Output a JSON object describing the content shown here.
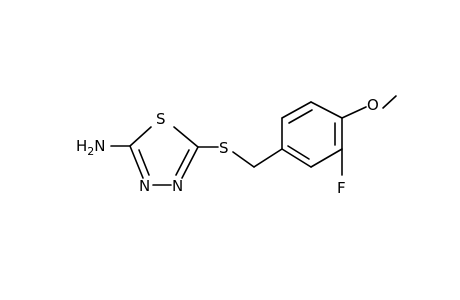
{
  "molecule": {
    "atoms": {
      "amine": "H2N",
      "amine_prefix": "H",
      "amine_sub": "2",
      "amine_suffix": "N",
      "ring_sulfur": "S",
      "thioether_sulfur": "S",
      "ring_nitrogen_left": "N",
      "ring_nitrogen_right": "N",
      "fluorine": "F",
      "methoxy_oxygen": "O"
    },
    "colors": {
      "bond": "#000000",
      "label": "#000000",
      "background": "#ffffff"
    }
  }
}
